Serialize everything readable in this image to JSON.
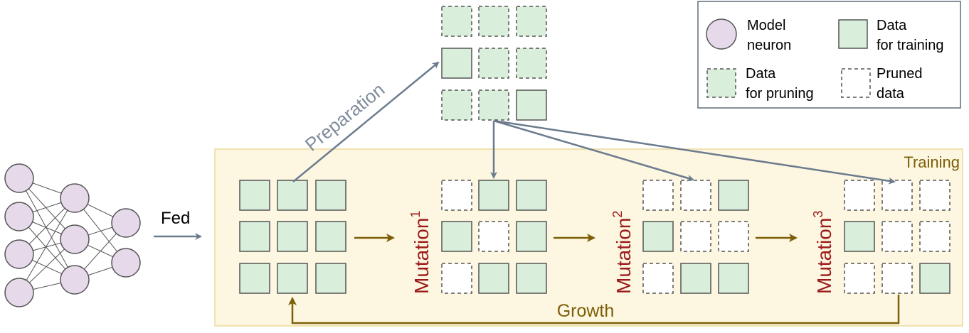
{
  "labels": {
    "fed": "Fed",
    "preparation": "Preparation",
    "training": "Training",
    "growth": "Growth",
    "mutation_word": "Mutation",
    "mutation_1_sup": "1",
    "mutation_2_sup": "2",
    "mutation_3_sup": "3"
  },
  "legend": {
    "model_neuron_line1": "Model",
    "model_neuron_line2": "neuron",
    "data_training_line1": "Data",
    "data_training_line2": "for training",
    "data_pruning_line1": "Data",
    "data_pruning_line2": "for pruning",
    "pruned_line1": "Pruned",
    "pruned_line2": "data"
  },
  "colors": {
    "neuron_fill": "#e6d9ea",
    "data_fill": "#d9eedb",
    "training_bg": "#fdf6e0",
    "training_border": "#ecdc9a",
    "blue_arrow": "#6b7b8e",
    "gold_arrow": "#7c5f06",
    "mutation_text": "#9b1c1c",
    "label_training": "#7c5f06"
  },
  "grids": {
    "preparation": [
      "prune",
      "prune",
      "prune",
      "train",
      "prune",
      "prune",
      "prune",
      "prune",
      "train"
    ],
    "initial": [
      "train",
      "train",
      "train",
      "train",
      "train",
      "train",
      "train",
      "train",
      "train"
    ],
    "mutation1": [
      "pruned",
      "train",
      "train",
      "train",
      "pruned",
      "train",
      "pruned",
      "train",
      "train"
    ],
    "mutation2": [
      "pruned",
      "pruned",
      "train",
      "train",
      "pruned",
      "pruned",
      "pruned",
      "train",
      "train"
    ],
    "mutation3": [
      "pruned",
      "pruned",
      "pruned",
      "train",
      "pruned",
      "pruned",
      "pruned",
      "pruned",
      "train"
    ]
  }
}
